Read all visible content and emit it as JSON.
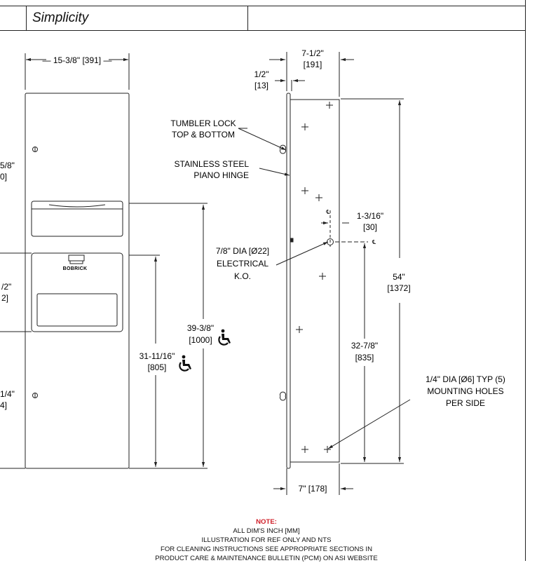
{
  "header": {
    "product_name": "Simplicity"
  },
  "front_view": {
    "width_dim": "— 15-3/8\" [391] —",
    "dim_left_1_line1": "5/8\"",
    "dim_left_1_line2": "0]",
    "dim_left_2_line1": "/2\"",
    "dim_left_2_line2": "2]",
    "dim_left_3_line1": "1/4\"",
    "dim_left_3_line2": "4]",
    "dim_dispenser_line1": "31-11/16\"",
    "dim_dispenser_line2": "[805]",
    "dim_towel_line1": "39-3/8\"",
    "dim_towel_line2": "[1000]",
    "waste_bin_label": "BOBRICK"
  },
  "side_view": {
    "depth_dim_line1": "7-1/2\"",
    "depth_dim_line2": "[191]",
    "flange_dim_line1": "1/2\"",
    "flange_dim_line2": "[13]",
    "tumbler_lock_line1": "TUMBLER LOCK",
    "tumbler_lock_line2": "TOP & BOTTOM",
    "hinge_line1": "STAINLESS STEEL",
    "hinge_line2": "PIANO HINGE",
    "ko_offset_line1": "1-3/16\"",
    "ko_offset_line2": "[30]",
    "electrical_line1": "7/8\" DIA [Ø22]",
    "electrical_line2": "ELECTRICAL",
    "electrical_line3": "K.O.",
    "height_line1": "54\"",
    "height_line2": "[1372]",
    "ko_height_line1": "32-7/8\"",
    "ko_height_line2": "[835]",
    "mounting_line1": "1/4\" DIA [Ø6] TYP (5)",
    "mounting_line2": "MOUNTING HOLES",
    "mounting_line3": "PER SIDE",
    "bottom_dim": "7\" [178]",
    "centerline_mark": "℄"
  },
  "note": {
    "title": "NOTE:",
    "line1": "ALL DIM'S INCH [MM]",
    "line2": "ILLUSTRATION FOR REF ONLY AND NTS",
    "line3": "FOR CLEANING INSTRUCTIONS SEE APPROPRIATE SECTIONS IN",
    "line4": "PRODUCT CARE & MAINTENANCE BULLETIN (PCM) ON ASI WEBSITE"
  },
  "colors": {
    "line": "#222222",
    "note_title": "#d0202a"
  }
}
